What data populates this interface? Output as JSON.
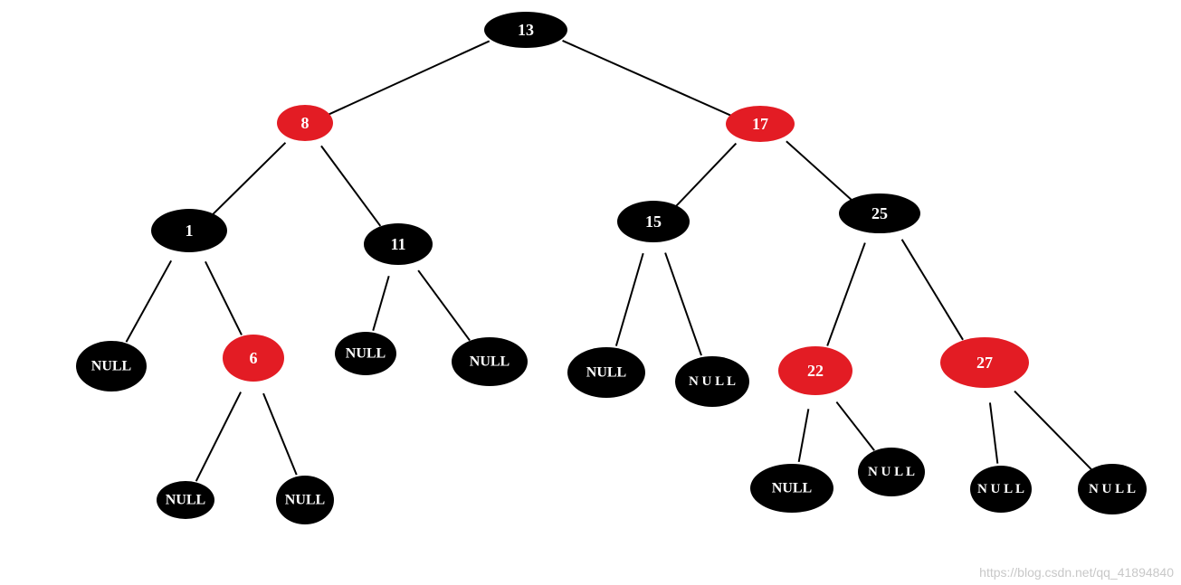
{
  "colors": {
    "red": "#e31c24",
    "black": "#000000",
    "label": "#ffffff"
  },
  "nodes": {
    "n13": {
      "label": "13",
      "color": "black"
    },
    "n8": {
      "label": "8",
      "color": "red"
    },
    "n17": {
      "label": "17",
      "color": "red"
    },
    "n1": {
      "label": "1",
      "color": "black"
    },
    "n11": {
      "label": "11",
      "color": "black"
    },
    "n15": {
      "label": "15",
      "color": "black"
    },
    "n25": {
      "label": "25",
      "color": "black"
    },
    "null_a": {
      "label": "NULL",
      "color": "black"
    },
    "n6": {
      "label": "6",
      "color": "red"
    },
    "null_b": {
      "label": "NULL",
      "color": "black"
    },
    "null_c": {
      "label": "NULL",
      "color": "black"
    },
    "null_d": {
      "label": "NULL",
      "color": "black"
    },
    "null_e": {
      "label": "N U L L",
      "color": "black"
    },
    "n22": {
      "label": "22",
      "color": "red"
    },
    "n27": {
      "label": "27",
      "color": "red"
    },
    "null_f": {
      "label": "NULL",
      "color": "black"
    },
    "null_g": {
      "label": "NULL",
      "color": "black"
    },
    "null_h": {
      "label": "NULL",
      "color": "black"
    },
    "null_i": {
      "label": "N U L L",
      "color": "black"
    },
    "null_j": {
      "label": "N U L L",
      "color": "black"
    },
    "null_k": {
      "label": "N U L L",
      "color": "black"
    }
  },
  "edges": [
    [
      "n13",
      "n8"
    ],
    [
      "n13",
      "n17"
    ],
    [
      "n8",
      "n1"
    ],
    [
      "n8",
      "n11"
    ],
    [
      "n17",
      "n15"
    ],
    [
      "n17",
      "n25"
    ],
    [
      "n1",
      "null_a"
    ],
    [
      "n1",
      "n6"
    ],
    [
      "n11",
      "null_b"
    ],
    [
      "n11",
      "null_c"
    ],
    [
      "n15",
      "null_d"
    ],
    [
      "n15",
      "null_e"
    ],
    [
      "n25",
      "n22"
    ],
    [
      "n25",
      "n27"
    ],
    [
      "n6",
      "null_f"
    ],
    [
      "n6",
      "null_g"
    ],
    [
      "n22",
      "null_h"
    ],
    [
      "n22",
      "null_i"
    ],
    [
      "n27",
      "null_j"
    ],
    [
      "n27",
      "null_k"
    ]
  ],
  "watermark": "https://blog.csdn.net/qq_41894840"
}
